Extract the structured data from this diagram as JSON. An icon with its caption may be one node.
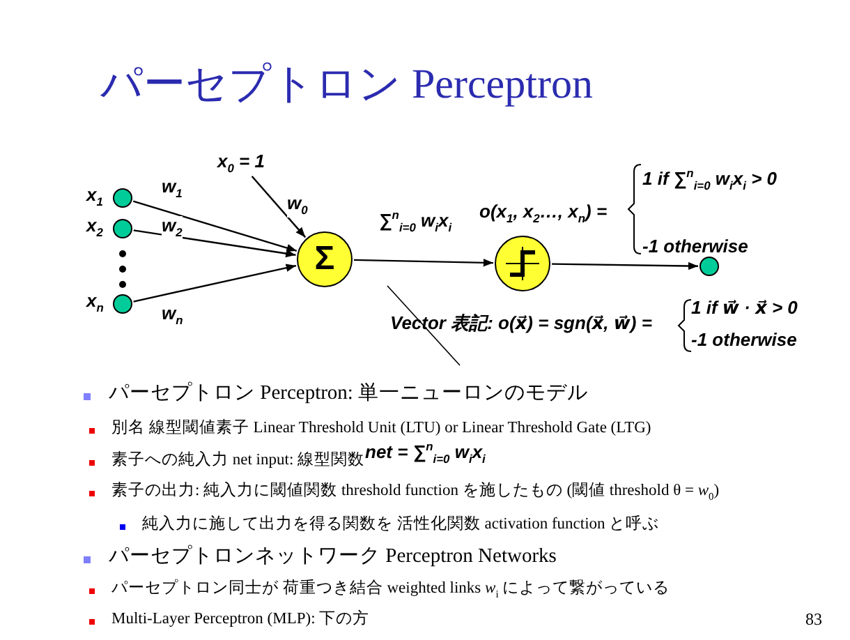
{
  "diagram": {
    "title": "パーセプトロン Perceptron",
    "nodes": [
      {
        "text": [],
        "shape": "circle",
        "beside": [
          "x$_{1}$"
        ]
      },
      {
        "text": [],
        "shape": "circle",
        "beside": [
          "x$_{2}$"
        ]
      },
      {
        "text": [],
        "shape": "circle",
        "beside": [
          "x$_{n}$"
        ]
      },
      {
        "text": [
          "x$_{0}$ = 1"
        ]
      },
      {
        "text": [
          "Σ"
        ]
      },
      {
        "text": [],
        "shape": "circle"
      },
      {
        "text": [],
        "shape": "circle"
      }
    ],
    "edges": [
      {
        "from": 0,
        "to": 4,
        "arrow": "to",
        "label": "w$_{1}$"
      },
      {
        "from": 1,
        "to": 4,
        "arrow": "to",
        "label": "w$_{2}$"
      },
      {
        "from": 2,
        "to": 4,
        "arrow": "to",
        "label": "w$_{n}$"
      },
      {
        "from": 3,
        "to": 4,
        "arrow": "to",
        "label": "w$_{0}$"
      },
      {
        "from": 4,
        "to": 5,
        "arrow": "to",
        "label": "∑$^{n}$$_{i=0}$ w$_{i}$x$_{i}$"
      },
      {
        "from": 5,
        "to": 6,
        "arrow": "to"
      }
    ],
    "labels": [
      "o(x$_{1}$, x$_{2}$…, x$_{n}$) =",
      "1 if ∑$^{n}$$_{i=0}$ w$_{i}$x$_{i}$ > 0",
      "-1 otherwise",
      "Vector 表記: o(x⃗) = sgn(x⃗, w⃗) =",
      "1 if w⃗ · x⃗ > 0",
      "-1 otherwise",
      "パーセプトロン Perceptron: 単一ニューロンのモデル",
      "別名 線型閾値素子 Linear Threshold Unit (LTU) or Linear Threshold Gate (LTG)",
      "素子への純入力 net input: 線型関数",
      "net = ∑$^{n}$$_{i=0}$ w$_{i}$x$_{i}$",
      "素子の出力: 純入力に閾値関数 threshold function を施したもの (閾値 threshold θ = *w*$_{0}$)",
      "純入力に施して出力を得る関数を 活性化関数 activation function と呼ぶ",
      "パーセプトロンネットワーク Perceptron Networks",
      "パーセプトロン同士が 荷重つき結合 weighted links *w*$_{i}$ によって繋がっている",
      "Multi-Layer Perceptron (MLP): 下の方",
      "83"
    ]
  }
}
